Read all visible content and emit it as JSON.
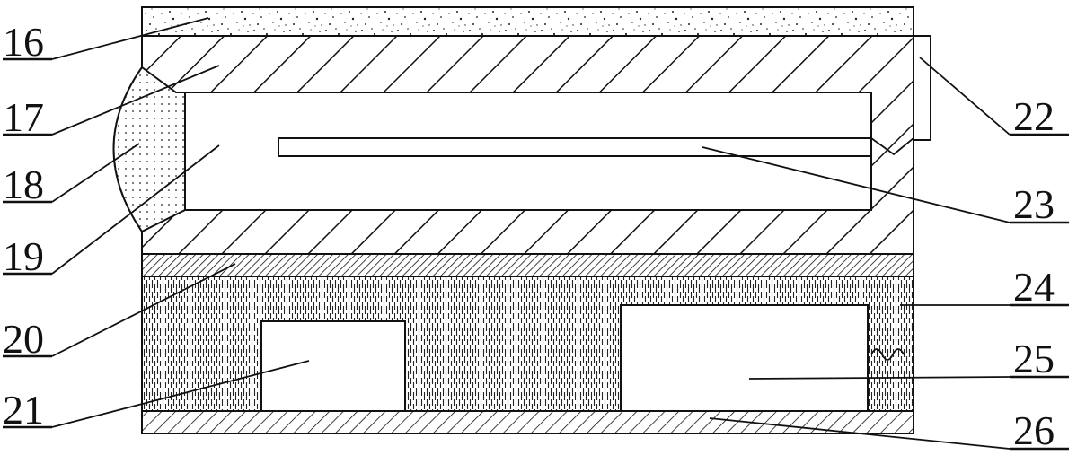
{
  "labels": {
    "l16": "16",
    "l17": "17",
    "l18": "18",
    "l19": "19",
    "l20": "20",
    "l21": "21",
    "l22": "22",
    "l23": "23",
    "l24": "24",
    "l25": "25",
    "l26": "26"
  }
}
